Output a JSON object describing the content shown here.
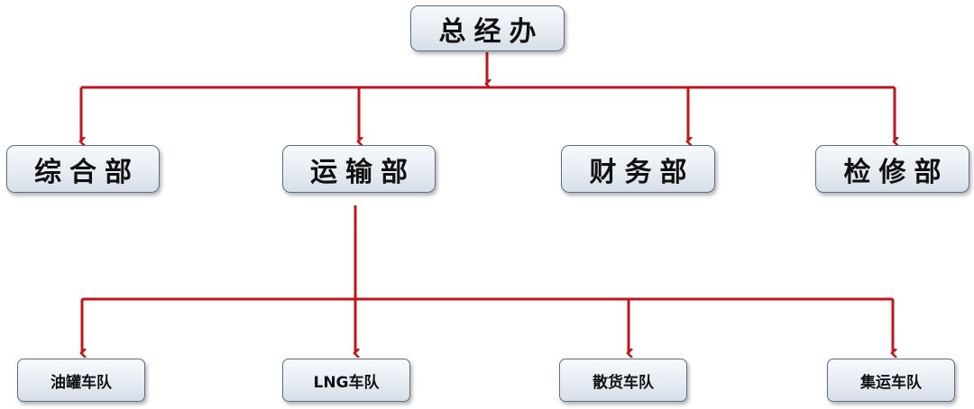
{
  "colors": {
    "connector": "#c0161c",
    "node_border": "#5a6e86",
    "node_fill_top": "#f7f9fb",
    "node_fill_bottom": "#d6dee8",
    "text": "#111111"
  },
  "root": {
    "label": "总经办"
  },
  "departments": [
    {
      "label": "综合部"
    },
    {
      "label": "运输部"
    },
    {
      "label": "财务部"
    },
    {
      "label": "检修部"
    }
  ],
  "fleets": {
    "parent": "运输部",
    "items": [
      {
        "label": "油罐车队"
      },
      {
        "label": "LNG车队"
      },
      {
        "label": "散货车队"
      },
      {
        "label": "集运车队"
      }
    ]
  }
}
